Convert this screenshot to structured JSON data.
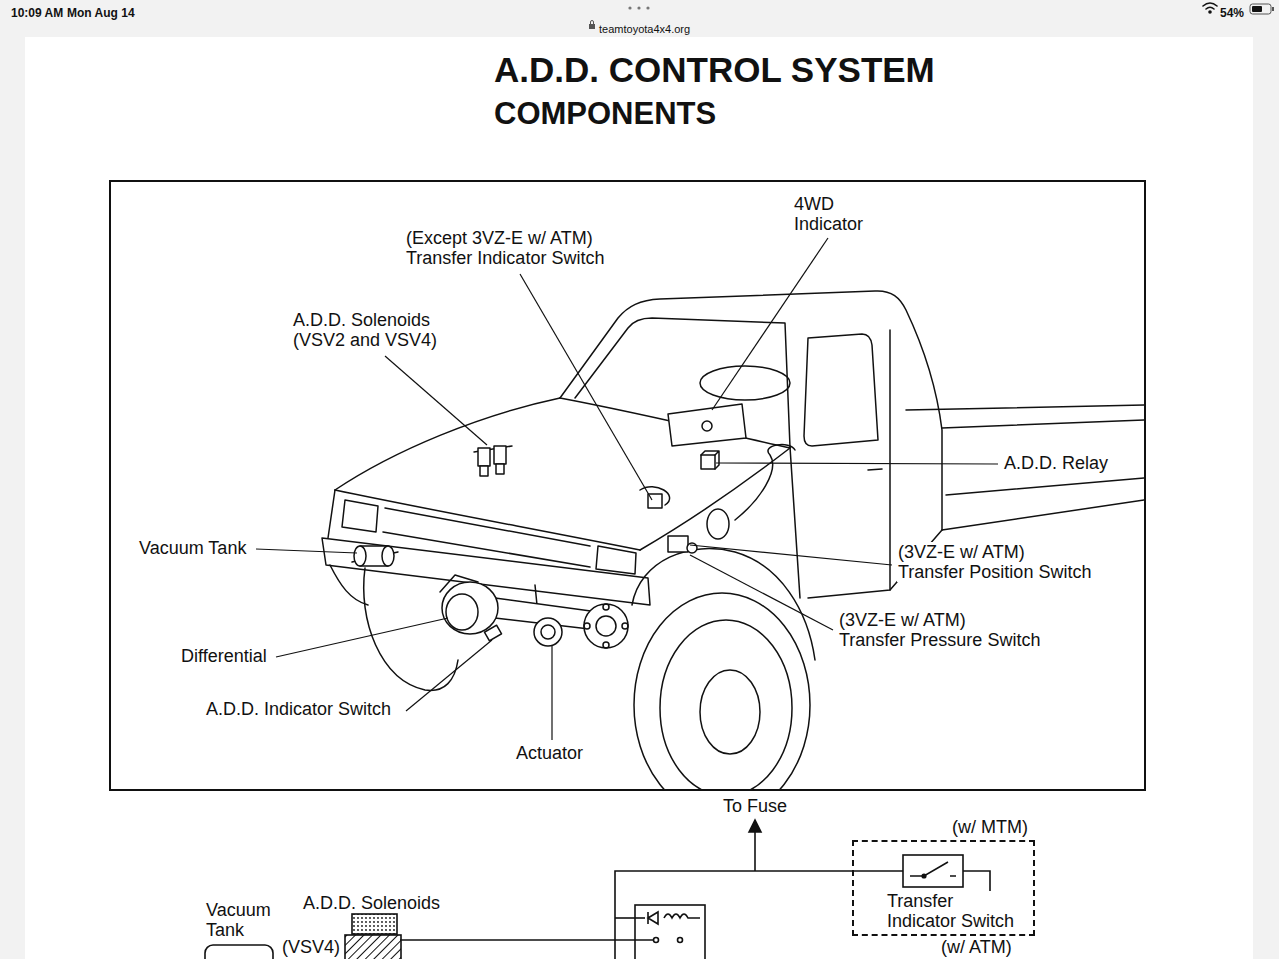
{
  "diagram": {
    "title": "A.D.D. CONTROL SYSTEM",
    "nodes": [
      {
        "text": [
          "(w/ MTM)",
          "Transfer Indicator Switch"
        ]
      }
    ],
    "labels": [
      "10:09 AM",
      "Mon Aug 14",
      "teamtoyota4x4.org",
      "54%",
      "COMPONENTS",
      "4WD Indicator",
      "(Except 3VZ-E w/ ATM) Transfer Indicator Switch",
      "A.D.D. Solenoids (VSV2 and VSV4)",
      "A.D.D. Relay",
      "Vacuum Tank",
      "(3VZ-E w/ ATM) Transfer Position Switch",
      "(3VZ-E w/ ATM) Transfer Pressure Switch",
      "Differential",
      "A.D.D. Indicator Switch",
      "Actuator",
      "To Fuse",
      "Vacuum Tank",
      "A.D.D. Solenoids",
      "(VSV4)",
      "(w/ ATM)"
    ]
  }
}
